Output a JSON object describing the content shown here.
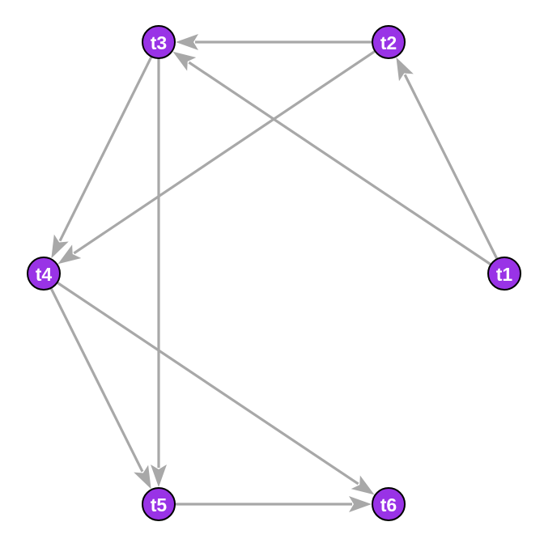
{
  "graph": {
    "nodes": [
      {
        "id": "t1",
        "label": "t1"
      },
      {
        "id": "t2",
        "label": "t2"
      },
      {
        "id": "t3",
        "label": "t3"
      },
      {
        "id": "t4",
        "label": "t4"
      },
      {
        "id": "t5",
        "label": "t5"
      },
      {
        "id": "t6",
        "label": "t6"
      }
    ],
    "edges": [
      {
        "from": "t1",
        "to": "t2"
      },
      {
        "from": "t1",
        "to": "t3"
      },
      {
        "from": "t2",
        "to": "t3"
      },
      {
        "from": "t2",
        "to": "t4"
      },
      {
        "from": "t3",
        "to": "t4"
      },
      {
        "from": "t3",
        "to": "t5"
      },
      {
        "from": "t4",
        "to": "t5"
      },
      {
        "from": "t4",
        "to": "t6"
      },
      {
        "from": "t5",
        "to": "t6"
      }
    ],
    "colors": {
      "node_fill": "#9933e6",
      "node_stroke": "#000000",
      "edge": "#a8a8a8",
      "label": "#ffffff"
    }
  }
}
